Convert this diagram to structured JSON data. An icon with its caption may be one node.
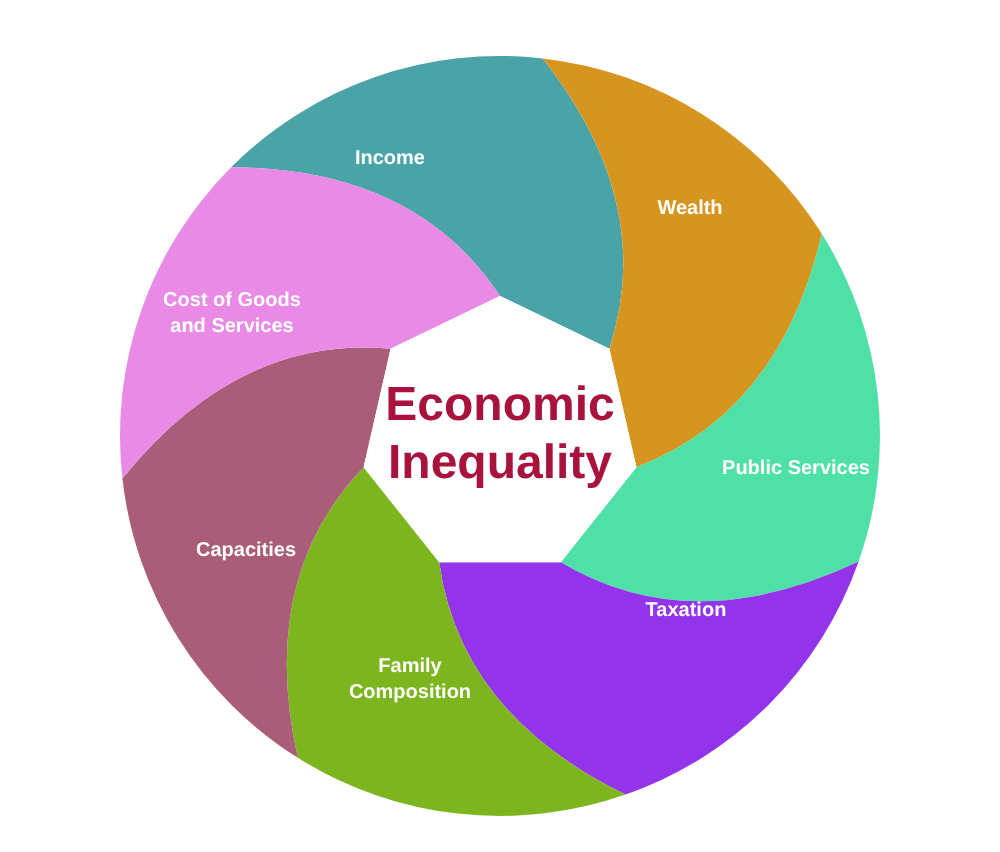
{
  "diagram": {
    "nodes": [
      {
        "text": [
          "Economic Inequality"
        ]
      },
      {
        "text": [
          "Income"
        ]
      },
      {
        "text": [
          "Wealth"
        ]
      },
      {
        "text": [
          "Public Services"
        ]
      },
      {
        "text": [
          "Taxation"
        ]
      },
      {
        "text": [
          "Family Composition"
        ]
      },
      {
        "text": [
          "Capacities"
        ]
      },
      {
        "text": [
          "Cost of Goods and Services"
        ]
      }
    ]
  }
}
